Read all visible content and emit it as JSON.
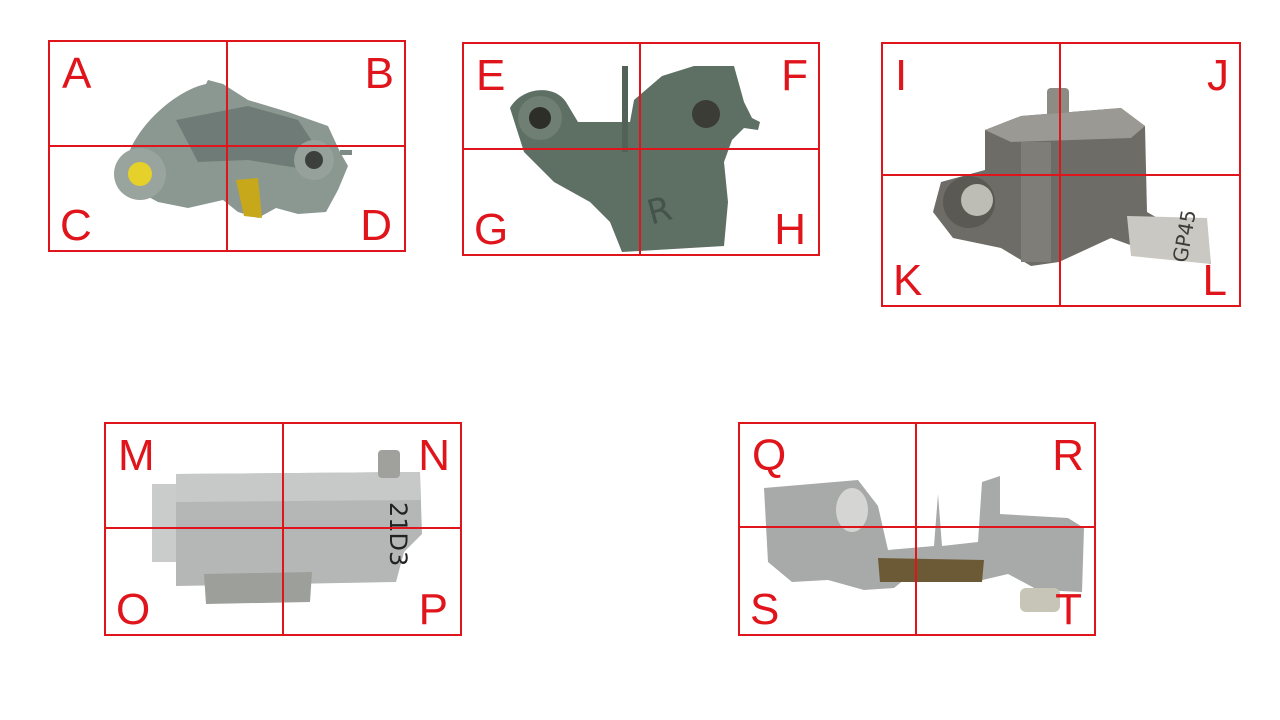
{
  "panels": [
    {
      "labels": [
        "A",
        "B",
        "C",
        "D"
      ]
    },
    {
      "labels": [
        "E",
        "F",
        "G",
        "H"
      ],
      "stamp": "R"
    },
    {
      "labels": [
        "I",
        "J",
        "K",
        "L"
      ],
      "stamp": "GP45"
    },
    {
      "labels": [
        "M",
        "N",
        "O",
        "P"
      ],
      "stamp": "21D3"
    },
    {
      "labels": [
        "Q",
        "R",
        "S",
        "T"
      ]
    }
  ],
  "colors": {
    "grid": "#e0141b",
    "part_gray_green": "#7d8a86",
    "part_aluminum": "#a7aaa8",
    "pin_yellow": "#e5d12a"
  }
}
